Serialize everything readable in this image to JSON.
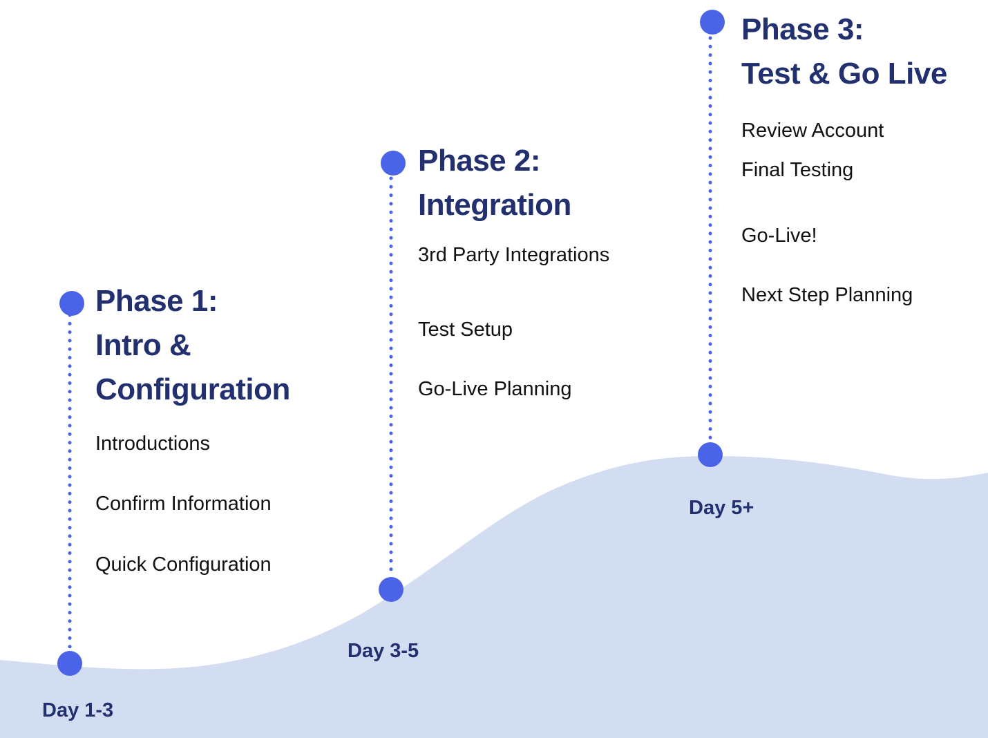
{
  "colors": {
    "accent": "#4a63e7",
    "heading": "#22306f",
    "wave": "#d2ddf1",
    "body_text": "#111111"
  },
  "phases": [
    {
      "title_line1": "Phase 1:",
      "title_line2": "Intro &",
      "title_line3": "Configuration",
      "items": [
        "Introductions",
        "Confirm Information",
        "Quick Configuration"
      ],
      "day": "Day 1-3"
    },
    {
      "title_line1": "Phase 2:",
      "title_line2": "Integration",
      "items": [
        "3rd Party Integrations",
        "Test Setup",
        "Go-Live Planning"
      ],
      "day": "Day 3-5"
    },
    {
      "title_line1": "Phase 3:",
      "title_line2": "Test & Go Live",
      "items": [
        "Review Account",
        "Final Testing",
        "Go-Live!",
        "Next Step Planning"
      ],
      "day": "Day 5+"
    }
  ]
}
